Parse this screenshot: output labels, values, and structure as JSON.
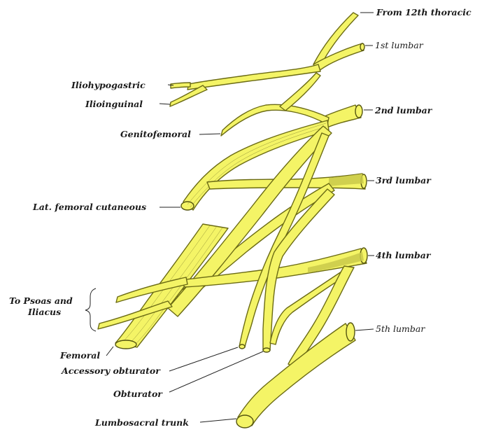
{
  "labels": {
    "from_12th_thoracic": "From 12th thoracic",
    "first_lumbar": "1st lumbar",
    "second_lumbar": "2nd lumbar",
    "third_lumbar": "3rd lumbar",
    "fourth_lumbar": "4th lumbar",
    "fifth_lumbar": "5th lumbar",
    "iliohypogastric": "Iliohypogastric",
    "ilioinguinal": "Ilioinguinal",
    "genitofemoral": "Genitofemoral",
    "lat_femoral_cutaneous": "Lat. femoral cutaneous",
    "to_psoas_line1": "To Psoas and",
    "to_psoas_line2": "Iliacus",
    "femoral": "Femoral",
    "accessory_obturator": "Accessory obturator",
    "obturator": "Obturator",
    "lumbosacral_trunk": "Lumbosacral trunk"
  },
  "colors": {
    "nerve_fill": "#f4f466",
    "nerve_outline": "#6b6b14",
    "nerve_shade": "#c9c94a"
  }
}
